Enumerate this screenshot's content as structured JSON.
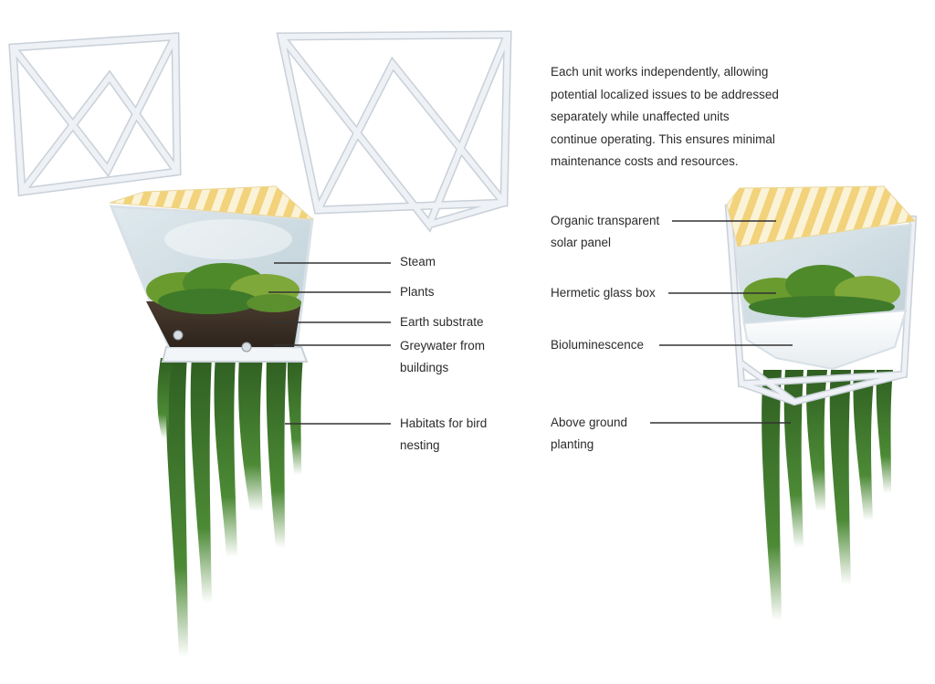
{
  "description": [
    "Each unit works independently, allowing",
    "potential localized issues to be addressed",
    "separately while unaffected units",
    "continue operating. This ensures minimal",
    "maintenance costs and resources."
  ],
  "left_callouts": {
    "steam": [
      "Steam"
    ],
    "plants": [
      "Plants"
    ],
    "earth_substrate": [
      "Earth substrate"
    ],
    "greywater": [
      "Greywater from",
      "buildings"
    ],
    "habitats": [
      "Habitats for bird",
      "nesting"
    ]
  },
  "right_callouts": {
    "solar_panel": [
      "Organic transparent",
      "solar panel"
    ],
    "glass_box": [
      "Hermetic glass box"
    ],
    "bioluminescence": [
      "Bioluminescence"
    ],
    "above_ground": [
      "Above ground",
      "planting"
    ]
  },
  "colors": {
    "text": "#2b2b2b",
    "leader_line": "#333333",
    "frame": "#eef1f5",
    "frame_edge": "#c9d0d8",
    "solar_yellow": "#f2d27a",
    "foliage": "#3f7a2a",
    "soil": "#3a2f26"
  }
}
